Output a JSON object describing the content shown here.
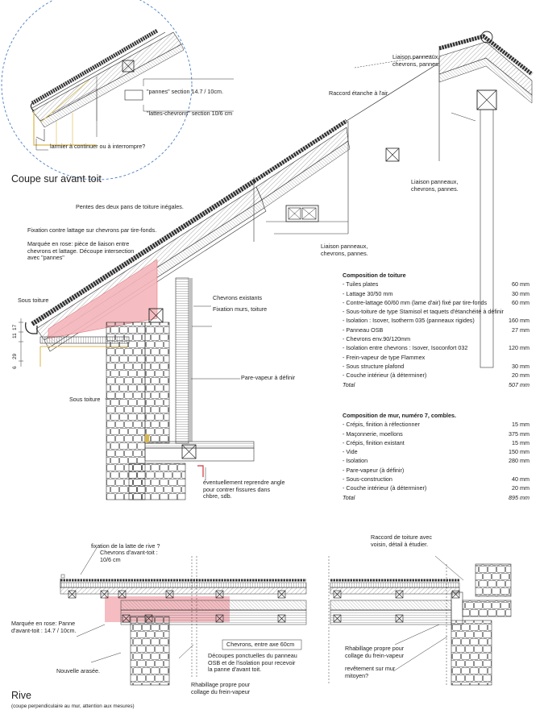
{
  "titles": {
    "eave_section": "Coupe sur avant toit",
    "rive": "Rive",
    "rive_note": "(coupe perpendiculaire au mur, attention aux mesures)"
  },
  "labels": {
    "pannes_section": "\"pannes\" section 14.7 / 10cm.",
    "lattes_chevrons": "\"lattes-chevrons\" section 10/6 cm",
    "larmier": "larmier à continuer ou à interrompre?",
    "liaison_top": "Liaison panneaux, chevrons, pannes.",
    "raccord_etanche": "Raccord étanche à l'air.",
    "liaison_mid": "Liaison panneaux, chevrons, pannes.",
    "liaison_low": "Liaison panneaux, chevrons, pannes.",
    "pentes": "Pentes des deux pans de toiture inégales.",
    "fixation_lattage": "Fixation contre lattage sur chevrons par tire-fonds.",
    "marquee_rose": "Marquée en rose: pièce de liaison entre chevrons et lattage. Découpe intersection avec \"pannes\"",
    "sous_toiture_1": "Sous toiture",
    "chevrons_existants": "Chevrons existants",
    "fixation_murs": "Fixation murs, toiture",
    "pare_vapeur": "Pare-vapeur à définir",
    "sous_toiture_2": "Sous toiture",
    "eventuellement": "éventuellement reprendre angle pour contrer fissures dans chbre, sdb.",
    "fixation_latte_rive": "fixation de la latte de rive ?",
    "chevrons_avant_toit": "Chevrons d'avant-toit : 10/6 cm",
    "marquee_panne": "Marquée en rose: Panne d'avant-toit : 14.7 / 10cm.",
    "nouvelle_arasee": "Nouvelle arasée.",
    "chevrons_entre_axe": "Chevrons, entre axe 60cm",
    "decoupes": "Découpes ponctuelles du panneau OSB et de l'isolation pour recevoir la panne d'avant toit.",
    "rhabillage_1": "Rhabillage propre pour collage du frein-vapeur",
    "raccord_toiture": "Raccord de toiture avec voisin, détail à étudier.",
    "rhabillage_2": "Rhabillage propre pour collage du frein-vapeur",
    "revetement": "revêtement sur mur mitoyen?"
  },
  "dimensions": [
    "17",
    "11",
    "29",
    "6"
  ],
  "composition_toiture": {
    "title": "Composition de toiture",
    "rows": [
      {
        "label": "- Tuiles plates",
        "value": "60 mm"
      },
      {
        "label": "- Lattage 30/50 mm",
        "value": "30 mm"
      },
      {
        "label": "- Contre-lattage 60/60 mm (lame d'air) fixé par tire-fonds",
        "value": "60 mm"
      },
      {
        "label": "- Sous-toiture de type Stamisol et taquets d'étanchéité à définir",
        "value": ""
      },
      {
        "label": "- Isolation : Isover, Isotherm 035 (panneaux rigides)",
        "value": "160 mm"
      },
      {
        "label": "- Panneau OSB",
        "value": "27 mm"
      },
      {
        "label": "- Chevrons env.90/120mm",
        "value": ""
      },
      {
        "label": "- Isolation entre chevrons : Isover, Isoconfort 032",
        "value": "120 mm"
      },
      {
        "label": "- Frein-vapeur de type Flammex",
        "value": ""
      },
      {
        "label": "- Sous structure plafond",
        "value": "30 mm"
      },
      {
        "label": "- Couche intérieur (à déterminer)",
        "value": "20 mm"
      }
    ],
    "total_label": "Total",
    "total_value": "507 mm"
  },
  "composition_mur": {
    "title": "Composition de mur, numéro 7, combles.",
    "rows": [
      {
        "label": "- Crépis, finition à réfectionner",
        "value": "15 mm"
      },
      {
        "label": "- Maçonnerie, moellons",
        "value": "375 mm"
      },
      {
        "label": "- Crépis, finition existant",
        "value": "15 mm"
      },
      {
        "label": "- Vide",
        "value": "150 mm"
      },
      {
        "label": "- Isolation",
        "value": "280 mm"
      },
      {
        "label": "- Pare-vapeur (à définir)",
        "value": ""
      },
      {
        "label": "- Sous-construction",
        "value": "40 mm"
      },
      {
        "label": "- Couche intérieur (à déterminer)",
        "value": "20 mm"
      }
    ],
    "total_label": "Total",
    "total_value": "895 mm"
  },
  "colors": {
    "ink": "#222222",
    "pink": "#f4b6bb",
    "detail_circle": "#4a7fc1",
    "yellow": "#d9b64a",
    "red_mark": "#d3343a"
  }
}
